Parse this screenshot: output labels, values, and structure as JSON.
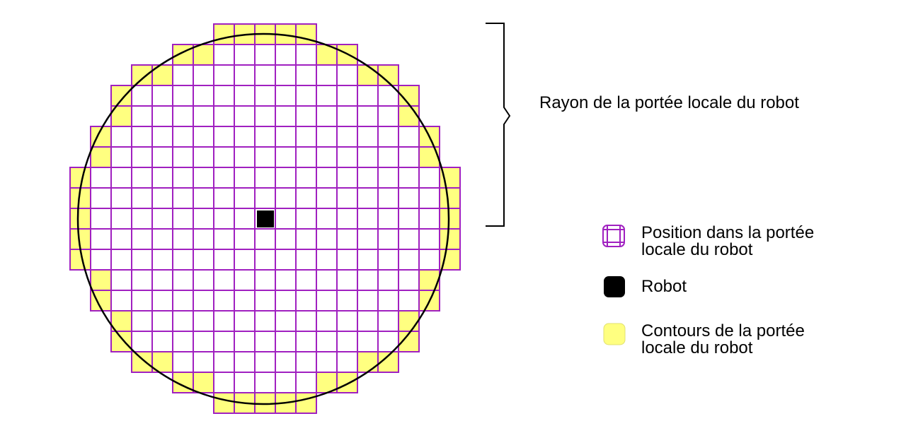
{
  "diagram": {
    "grid": {
      "rows": [
        {
          "cols": [
            7,
            11
          ],
          "edge": "all"
        },
        {
          "cols": [
            5,
            13
          ],
          "edge": [
            5,
            6,
            12,
            13
          ]
        },
        {
          "cols": [
            3,
            15
          ],
          "edge": [
            3,
            4,
            14,
            15
          ]
        },
        {
          "cols": [
            2,
            16
          ],
          "edge": [
            2,
            16
          ]
        },
        {
          "cols": [
            2,
            16
          ],
          "edge": [
            2,
            16
          ]
        },
        {
          "cols": [
            1,
            17
          ],
          "edge": [
            1,
            17
          ]
        },
        {
          "cols": [
            1,
            17
          ],
          "edge": [
            1,
            17
          ]
        },
        {
          "cols": [
            0,
            18
          ],
          "edge": [
            0,
            18
          ]
        },
        {
          "cols": [
            0,
            18
          ],
          "edge": [
            0,
            18
          ]
        },
        {
          "cols": [
            0,
            18
          ],
          "edge": [
            0,
            18
          ]
        },
        {
          "cols": [
            0,
            18
          ],
          "edge": [
            0,
            18
          ]
        },
        {
          "cols": [
            0,
            18
          ],
          "edge": [
            0,
            18
          ]
        },
        {
          "cols": [
            1,
            17
          ],
          "edge": [
            1,
            17
          ]
        },
        {
          "cols": [
            1,
            17
          ],
          "edge": [
            1,
            17
          ]
        },
        {
          "cols": [
            2,
            16
          ],
          "edge": [
            2,
            16
          ]
        },
        {
          "cols": [
            2,
            16
          ],
          "edge": [
            2,
            16
          ]
        },
        {
          "cols": [
            3,
            15
          ],
          "edge": [
            3,
            4,
            14,
            15
          ]
        },
        {
          "cols": [
            5,
            13
          ],
          "edge": [
            5,
            6,
            12,
            13
          ]
        },
        {
          "cols": [
            7,
            11
          ],
          "edge": "all"
        }
      ],
      "robot_cell": {
        "row": 9,
        "col": 9
      }
    },
    "colors": {
      "cell_border": "#a020c0",
      "edge_fill": "#ffff80",
      "robot_fill": "#000000",
      "circle_stroke": "#000000"
    },
    "radius_label": "Rayon de la portée locale du robot",
    "legend": [
      {
        "icon": "grid-cell-icon",
        "lines": [
          "Position dans la portée",
          "locale du robot"
        ]
      },
      {
        "icon": "robot-square-icon",
        "lines": [
          "Robot"
        ]
      },
      {
        "icon": "yellow-square-icon",
        "lines": [
          "Contours de la portée",
          "locale du robot"
        ]
      }
    ]
  }
}
